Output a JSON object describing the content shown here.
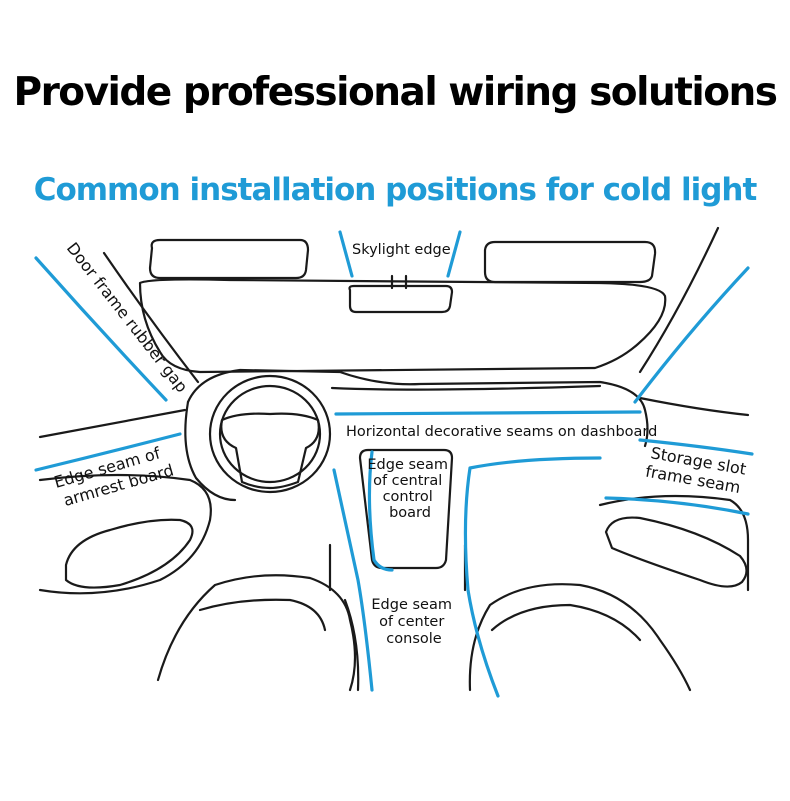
{
  "heading": {
    "title": "Provide professional wiring solutions",
    "subtitle": "Common installation positions for cold light"
  },
  "labels": {
    "skylight": "Skylight edge",
    "door_frame": "Door frame rubber gap",
    "dashboard": "Horizontal decorative seams on dashboard",
    "armrest": [
      "Edge seam of",
      "armrest board"
    ],
    "central_control": [
      "Edge seam",
      "of central",
      "control",
      "board"
    ],
    "storage": [
      "Storage slot",
      "frame seam"
    ],
    "center_console": [
      "Edge seam",
      "of center",
      "console"
    ]
  },
  "colors": {
    "accent": "#1f9bd6",
    "outline": "#1a1a1a",
    "background": "#ffffff"
  }
}
